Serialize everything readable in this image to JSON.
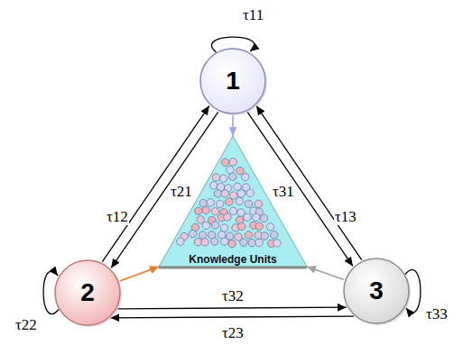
{
  "diagram": {
    "nodes": [
      {
        "text": [
          "1"
        ]
      },
      {
        "text": [
          "2"
        ]
      },
      {
        "text": [
          "3"
        ]
      },
      {
        "text": [
          "Knowledge Units"
        ]
      }
    ],
    "edges": [
      {
        "from": 0,
        "to": 0,
        "label": "τ11",
        "arrow": "to"
      },
      {
        "from": 1,
        "to": 0,
        "label": "τ12",
        "arrow": "to"
      },
      {
        "from": 0,
        "to": 1,
        "label": "τ21",
        "arrow": "to"
      },
      {
        "from": 2,
        "to": 0,
        "label": "τ13",
        "arrow": "to"
      },
      {
        "from": 0,
        "to": 2,
        "label": "τ31",
        "arrow": "to"
      },
      {
        "from": 1,
        "to": 2,
        "label": "τ32",
        "arrow": "to"
      },
      {
        "from": 2,
        "to": 1,
        "label": "τ23",
        "arrow": "to"
      },
      {
        "from": 1,
        "to": 1,
        "label": "τ22",
        "arrow": "to"
      },
      {
        "from": 2,
        "to": 2,
        "label": "τ33",
        "arrow": "to"
      },
      {
        "from": 0,
        "to": 3,
        "arrow": "to"
      },
      {
        "from": 1,
        "to": 3,
        "arrow": "to"
      },
      {
        "from": 2,
        "to": 3,
        "arrow": "to"
      }
    ]
  }
}
